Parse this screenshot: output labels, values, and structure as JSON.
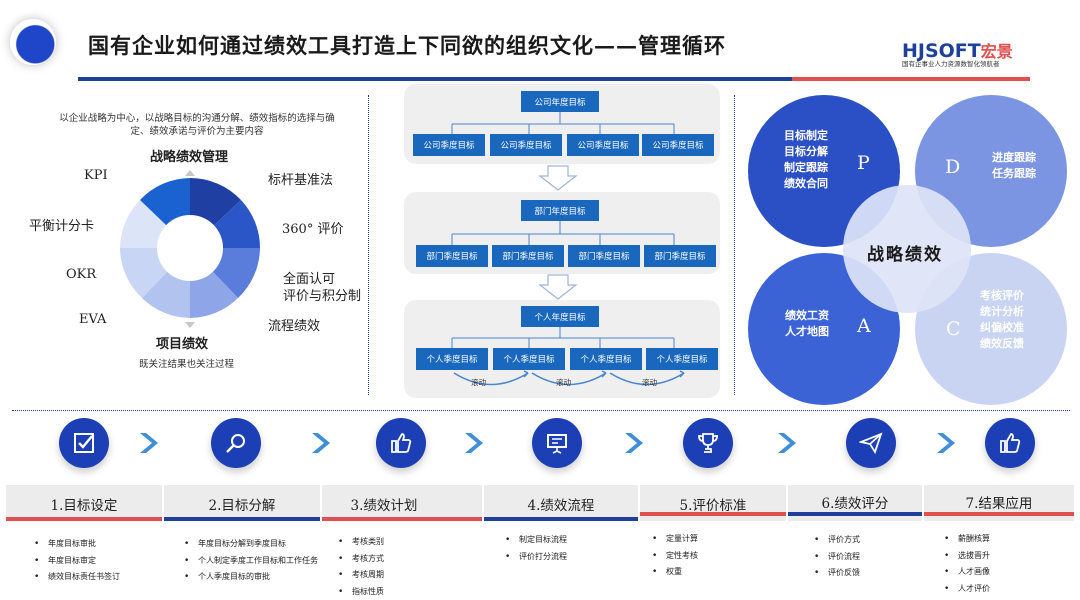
{
  "header": {
    "title": "国有企业如何通过绩效工具打造上下同欲的组织文化——管理循环",
    "brand": "HJSOFT",
    "brand_cn": "宏景",
    "brand_sub": "国有企事业人力资源数智化领航者"
  },
  "left_panel": {
    "intro": "以企业战略为中心，以战略目标的沟通分解、绩效指标的选择与确定、绩效承诺与评价为主要内容",
    "top_label": "战略绩效管理",
    "bottom_label": "项目绩效",
    "bottom_note": "既关注结果也关注过程",
    "tools_left": [
      "KPI",
      "平衡计分卡",
      "OKR",
      "EVA"
    ],
    "tools_right": [
      "标杆基准法",
      "360° 评价",
      "全面认可",
      "评价与积分制",
      "流程绩效"
    ]
  },
  "middle_panel": {
    "company_top": "公司年度目标",
    "company_quarters": [
      "公司季度目标",
      "公司季度目标",
      "公司季度目标",
      "公司季度目标"
    ],
    "dept_top": "部门年度目标",
    "dept_quarters": [
      "部门季度目标",
      "部门季度目标",
      "部门季度目标",
      "部门季度目标"
    ],
    "person_top": "个人年度目标",
    "person_quarters": [
      "个人季度目标",
      "个人季度目标",
      "个人季度目标",
      "个人季度目标"
    ],
    "roll_labels": [
      "滚动",
      "滚动",
      "滚动"
    ]
  },
  "pdca": {
    "center": "战略绩效",
    "p": {
      "letter": "P",
      "lines": [
        "目标制定",
        "目标分解",
        "制定跟踪",
        "绩效合同"
      ],
      "color": "#2b4fc4"
    },
    "d": {
      "letter": "D",
      "lines": [
        "进度跟踪",
        "任务跟踪"
      ],
      "color": "#7c95e2"
    },
    "a": {
      "letter": "A",
      "lines": [
        "绩效工资",
        "人才地图"
      ],
      "color": "#3b63d6"
    },
    "c": {
      "letter": "C",
      "lines": [
        "考核评价",
        "统计分析",
        "纠偏校准",
        "绩效反馈"
      ],
      "color": "#c9d4f3"
    }
  },
  "steps": [
    {
      "title": "1.目标设定",
      "icon": "checkbox-icon",
      "items": [
        "年度目标审批",
        "年度目标审定",
        "绩效目标责任书签订"
      ]
    },
    {
      "title": "2.目标分解",
      "icon": "magnifier-icon",
      "items": [
        "年度目标分解到季度目标",
        "个人制定季度工作目标和工作任务",
        "个人季度目标的审批"
      ]
    },
    {
      "title": "3.绩效计划",
      "icon": "thumbs-up-icon",
      "items": [
        "考核类别",
        "考核方式",
        "考核周期",
        "指标性质"
      ]
    },
    {
      "title": "4.绩效流程",
      "icon": "presentation-icon",
      "items": [
        "制定目标流程",
        "评价打分流程"
      ]
    },
    {
      "title": "5.评价标准",
      "icon": "trophy-icon",
      "items": [
        "定量计算",
        "定性考核",
        "权重"
      ]
    },
    {
      "title": "6.绩效评分",
      "icon": "paper-plane-icon",
      "items": [
        "评价方式",
        "评价流程",
        "评价反馈"
      ]
    },
    {
      "title": "7.结果应用",
      "icon": "thumbs-up-icon",
      "items": [
        "薪酬核算",
        "选拔晋升",
        "人才画像",
        "人才评价"
      ]
    }
  ],
  "colors": {
    "accent": "#1f3f9a",
    "icon_bg": "#1c3fb5",
    "box": "#1a68bd",
    "bar_red": "#e05050",
    "bar_blue": "#1f3f9a"
  }
}
